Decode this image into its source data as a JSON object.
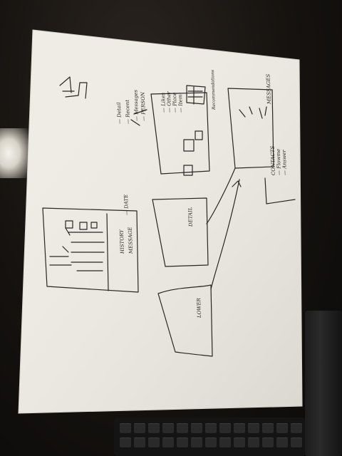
{
  "scene": {
    "description_colors": {
      "paper": "#f1efe8",
      "ink": "#2a2622",
      "background": "#15120f"
    }
  },
  "sketch": {
    "labels": [
      {
        "id": "messages-label",
        "text": "MESSAGES"
      },
      {
        "id": "answer-label",
        "text": "— Answer"
      },
      {
        "id": "answer-sub-label",
        "text": "— Flowme"
      },
      {
        "id": "contacts-label",
        "text": "CONTACTS"
      },
      {
        "id": "list-label-1",
        "text": "— PERSON"
      },
      {
        "id": "list-label-2",
        "text": "— Messages"
      },
      {
        "id": "list-label-3",
        "text": "— Recent"
      },
      {
        "id": "list-label-4",
        "text": "— Detail"
      },
      {
        "id": "nav-label-1",
        "text": "— Item"
      },
      {
        "id": "nav-label-2",
        "text": "— Place"
      },
      {
        "id": "nav-label-3",
        "text": "— Other"
      },
      {
        "id": "nav-label-4",
        "text": "— Likes"
      },
      {
        "id": "top-box-label",
        "text": "Recommendations"
      },
      {
        "id": "detail-box-label",
        "text": "DETAIL"
      },
      {
        "id": "lower-box-label",
        "text": "LOWER"
      },
      {
        "id": "panel-label-1",
        "text": "— DATE"
      },
      {
        "id": "panel-label-2",
        "text": "MESSAGE"
      },
      {
        "id": "panel-label-3",
        "text": "HISTORY"
      }
    ]
  }
}
